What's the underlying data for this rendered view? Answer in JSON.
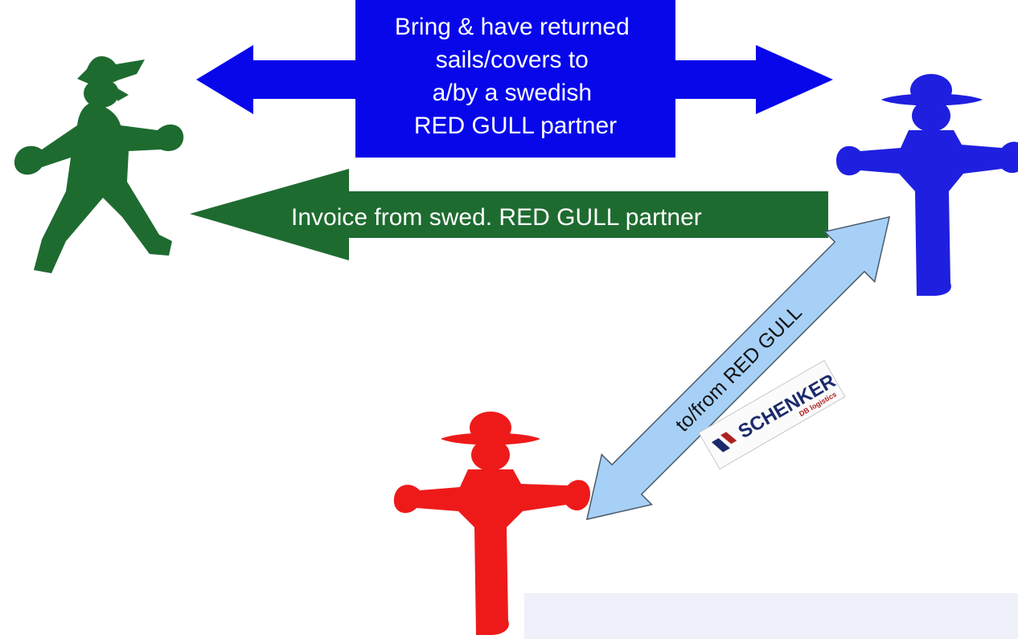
{
  "figures": [
    {
      "name": "walking-figure",
      "color": "#1e6b30"
    },
    {
      "name": "standing-figure-blue",
      "color": "#1f1fe0"
    },
    {
      "name": "standing-figure-red",
      "color": "#ee1a1a"
    }
  ],
  "top_arrow": {
    "color": "#0707ea",
    "lines": [
      "Bring & have returned",
      "sails/covers to",
      "a/by a swedish",
      "RED GULL partner"
    ]
  },
  "invoice_arrow": {
    "color": "#1e6b30",
    "label": "Invoice from swed. RED GULL partner"
  },
  "shipping_arrow": {
    "color": "#a6d0f6",
    "label": "to/from RED GULL"
  },
  "logo": {
    "text": "SCHENKER",
    "subtext": "DB logistics"
  },
  "bottom_box": {
    "color": "#eef0fa",
    "text": ""
  }
}
